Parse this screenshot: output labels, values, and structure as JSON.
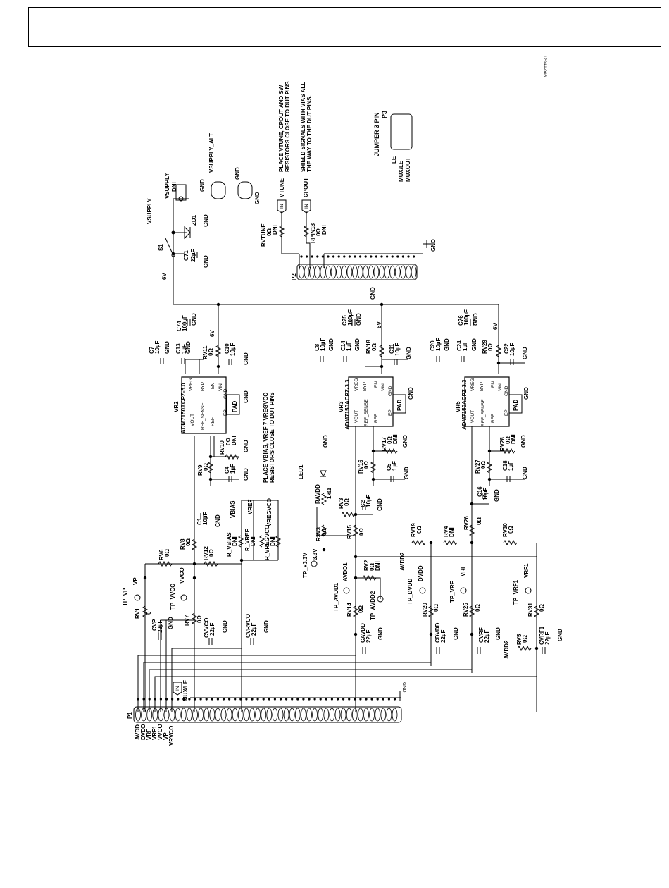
{
  "figure_id": "12944-008",
  "top": {
    "s1": "S1",
    "vsupply": "VSUPPLY",
    "vsupply_dni": "VSUPPLY\nDNI",
    "vsupply_alt": "VSUPPLY_ALT",
    "zd1": "ZD1",
    "c71": "C71",
    "c71_val": "22µF",
    "six_v": "6V",
    "gnd": "GND",
    "dni": "DNI"
  },
  "vtune": {
    "vtune": "VTUNE",
    "cpout": "CPOUT",
    "rvtune": "RVTUNE",
    "rpin18": "RPIN18",
    "zero": "0Ω",
    "note1a": "PLACE VTUNE, CPOUT AND SW",
    "note1b": "RESISTORS CLOSE TO DUT PINS",
    "note2a": "SHIELD SIGNALS WITH VIAS ALL",
    "note2b": "THE WAY TO THE DUT PINS.",
    "p2": "P2",
    "in": "IN"
  },
  "jumper": {
    "title": "JUMPER 3 PIN",
    "p3": "P3",
    "le": "LE",
    "muxle": "MUX/LE",
    "muxout": "MUXOUT",
    "in": "IN"
  },
  "vr2": {
    "name": "VR2",
    "part": "ADM7150ACPZ-5.0",
    "c74": "C74",
    "c74v": "100µF",
    "c7": "C7",
    "c7v": "10µF",
    "c13": "C13",
    "c13v": "1µF",
    "rv11": "RV11",
    "rv11v": "0Ω",
    "c10": "C10",
    "c10v": "10µF",
    "rv10": "RV10",
    "rv9": "RV9",
    "c4": "C4",
    "c4v": "1µF",
    "c1": "C1",
    "c1v": "10µF",
    "vreg": "VREG",
    "byp": "BYP",
    "en": "EN",
    "vin": "VIN",
    "vout": "VOUT",
    "ref_sense": "REF_SENSE",
    "ref": "REF",
    "ep": "EP",
    "gnd": "GND",
    "pad": "PAD"
  },
  "vr3": {
    "name": "VR3",
    "part": "ADM7150ACPZ-3.3",
    "c75": "C75",
    "c75v": "100µF",
    "c8": "C8",
    "c8v": "10µF",
    "c14": "C14",
    "c14v": "1µF",
    "rv18": "RV18",
    "c11": "C11",
    "c11v": "10µF",
    "rv17": "RV17",
    "rv16": "RV16",
    "c5": "C5",
    "c5v": "1µF",
    "c2": "C2",
    "c2v": "10µF"
  },
  "vr5": {
    "name": "VR5",
    "part": "ADM7150ACPZ-3.3",
    "c76": "C76",
    "c76v": "100µF",
    "c20": "C20",
    "c20v": "10µF",
    "c24": "C24",
    "c24v": "1µF",
    "rv29": "RV29",
    "c22": "C22",
    "c22v": "10µF",
    "rv28": "RV28",
    "rv27": "RV27",
    "c18": "C18",
    "c18v": "1µF",
    "c16": "C16",
    "c16v": "10µF"
  },
  "note_vbias_a": "PLACE VBIAS, VREF 7 VREGVCO",
  "note_vbias_b": "RESISTORS CLOSE TO DUT PINS",
  "mid": {
    "vbias": "VBIAS",
    "vref": "VREF",
    "vregvco": "VREGVCO",
    "r_vbias": "R_VBIAS",
    "r_vref": "R_VREF",
    "r_vregvco": "R_VREGVCO",
    "rv6": "RV6",
    "rv8": "RV8",
    "rv12": "RV12",
    "rv1": "RV1",
    "rv1v": "0",
    "rv7": "RV7",
    "vp": "VP",
    "tp_vp": "TP_VP",
    "vvco": "VVCO",
    "tp_vvco": "TP_VVCO",
    "cvp": "CVP",
    "cvp_v": "22µF",
    "cvvco": "CVVCO",
    "cvrvco": "CVRVCO",
    "c22uf": "22µF",
    "led1": "LED1",
    "ravdd": "RAVDD",
    "ravdd_v": "1kΩ",
    "rv3": "RV3",
    "r3v3": "R3V3",
    "tp33": "TP_+3.3V",
    "v33": "3.3V",
    "rv15": "RV15",
    "rv19": "RV19",
    "rv4": "RV4",
    "rv26": "RV26",
    "rv30": "RV30",
    "rv2": "RV2",
    "avdd1": "AVDD1",
    "avdd2": "AVDD2",
    "tp_avdd1": "TP_AVDD1",
    "tp_avdd2": "TP_AVDD2",
    "dvdd": "DVDD",
    "tp_dvdd": "TP_DVDD",
    "vrf": "VRF",
    "tp_vrf": "TP_VRF",
    "vrf1": "VRF1",
    "tp_vrf1": "TP_VRF1",
    "rv14": "RV14",
    "rv20": "RV20",
    "rv25": "RV25",
    "rv31": "RV31",
    "rv5": "RV5",
    "cavdd": "CAVDD",
    "cdvdd": "CDVDD",
    "cvrf": "CVRF",
    "cvrf1": "CVRF1"
  },
  "p1": {
    "name": "P1",
    "muxle": "MUX/LE",
    "avdd": "AVDD",
    "dvdd": "DVDD",
    "vrf": "VRF",
    "vrf1": "VRF1",
    "vvco": "VVCO",
    "vp": "VP",
    "vrvco": "VRVCO",
    "in": "IN",
    "gnd": "GND"
  }
}
